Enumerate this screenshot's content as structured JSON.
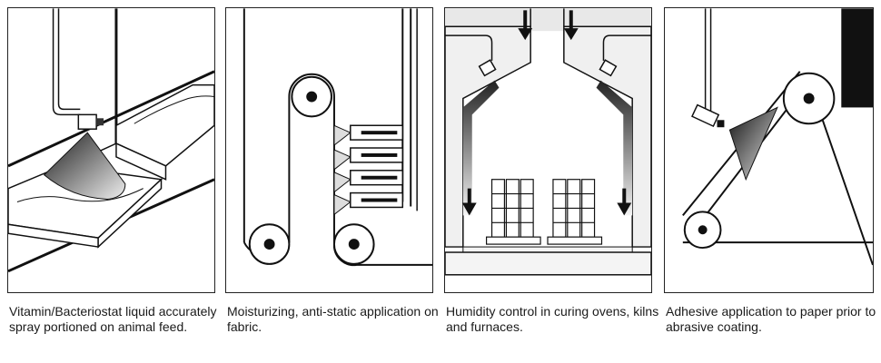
{
  "panels": [
    {
      "caption": "Vitamin/Bacteriostat liquid accurately spray portioned on animal feed."
    },
    {
      "caption": "Moisturizing, anti-static application on fabric."
    },
    {
      "caption": "Humidity control in curing ovens, kilns and furnaces."
    },
    {
      "caption": "Adhesive application to paper prior to abrasive coating."
    }
  ],
  "colors": {
    "line": "#111111",
    "shade_dark": "#3a3a3a",
    "shade_light": "#f2f2f2"
  }
}
